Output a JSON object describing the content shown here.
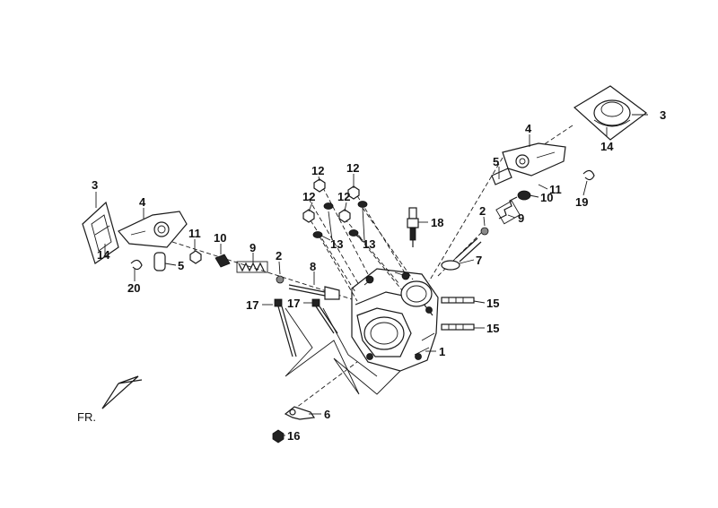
{
  "labels": {
    "l1": "1",
    "l2a": "2",
    "l2b": "2",
    "l3a": "3",
    "l3b": "3",
    "l4a": "4",
    "l4b": "4",
    "l5a": "5",
    "l5b": "5",
    "l6": "6",
    "l7": "7",
    "l8": "8",
    "l9a": "9",
    "l9b": "9",
    "l10a": "10",
    "l10b": "10",
    "l11a": "11",
    "l11b": "11",
    "l12a": "12",
    "l12b": "12",
    "l12c": "12",
    "l12d": "12",
    "l13a": "13",
    "l13b": "13",
    "l14a": "14",
    "l14b": "14",
    "l15a": "15",
    "l15b": "15",
    "l16": "16",
    "l17a": "17",
    "l17b": "17",
    "l18": "18",
    "l19": "19",
    "l20": "20"
  },
  "front_marker": "FR."
}
